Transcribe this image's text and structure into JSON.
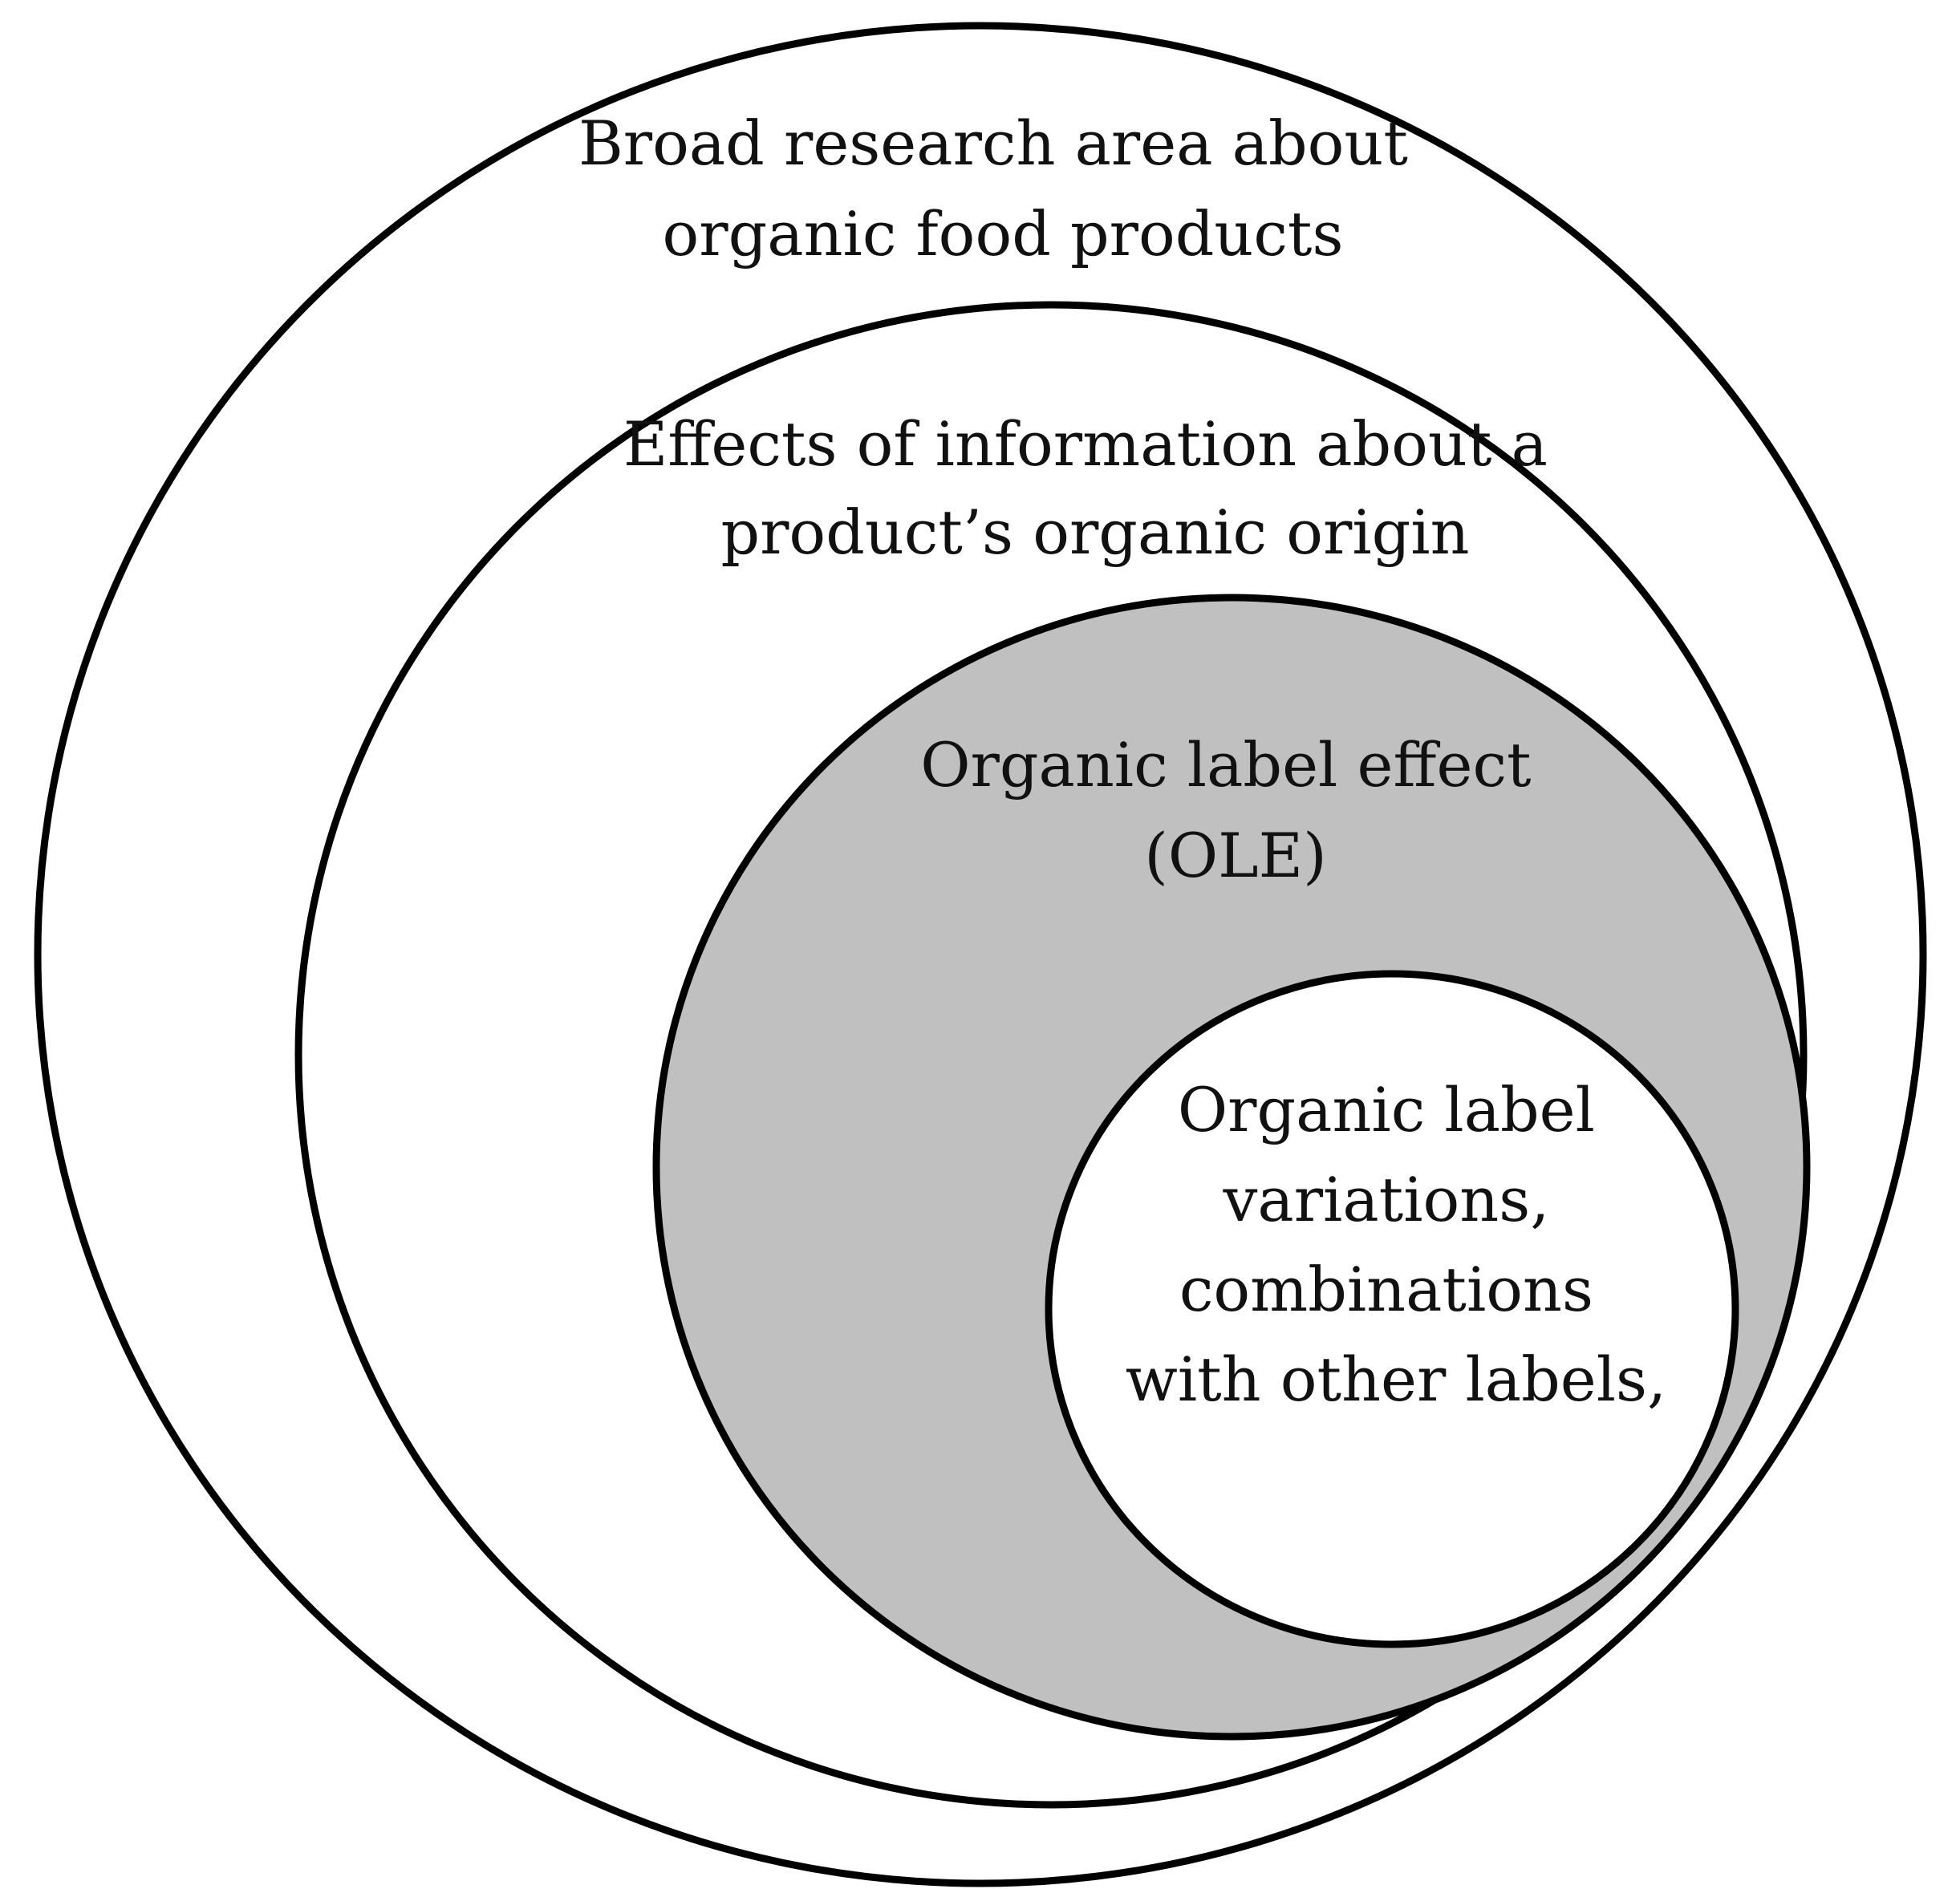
{
  "diagram": {
    "colors": {
      "outline": "#000000",
      "background": "#ffffff",
      "highlight_fill": "#c0c0c0",
      "inner_fill": "#ffffff"
    },
    "circles": [
      {
        "id": "broad-research",
        "lines": [
          "Broad research area about",
          "organic food products"
        ],
        "fill": "#ffffff"
      },
      {
        "id": "information-effects",
        "lines": [
          "Effects of information about a",
          "product’s organic origin"
        ],
        "fill": "#ffffff"
      },
      {
        "id": "organic-label-effect",
        "lines": [
          "Organic label effect",
          "(OLE)"
        ],
        "fill": "#c0c0c0"
      },
      {
        "id": "label-variations",
        "lines": [
          "Organic label",
          "variations,",
          "combinations",
          "with other labels,"
        ],
        "fill": "#ffffff"
      }
    ]
  }
}
